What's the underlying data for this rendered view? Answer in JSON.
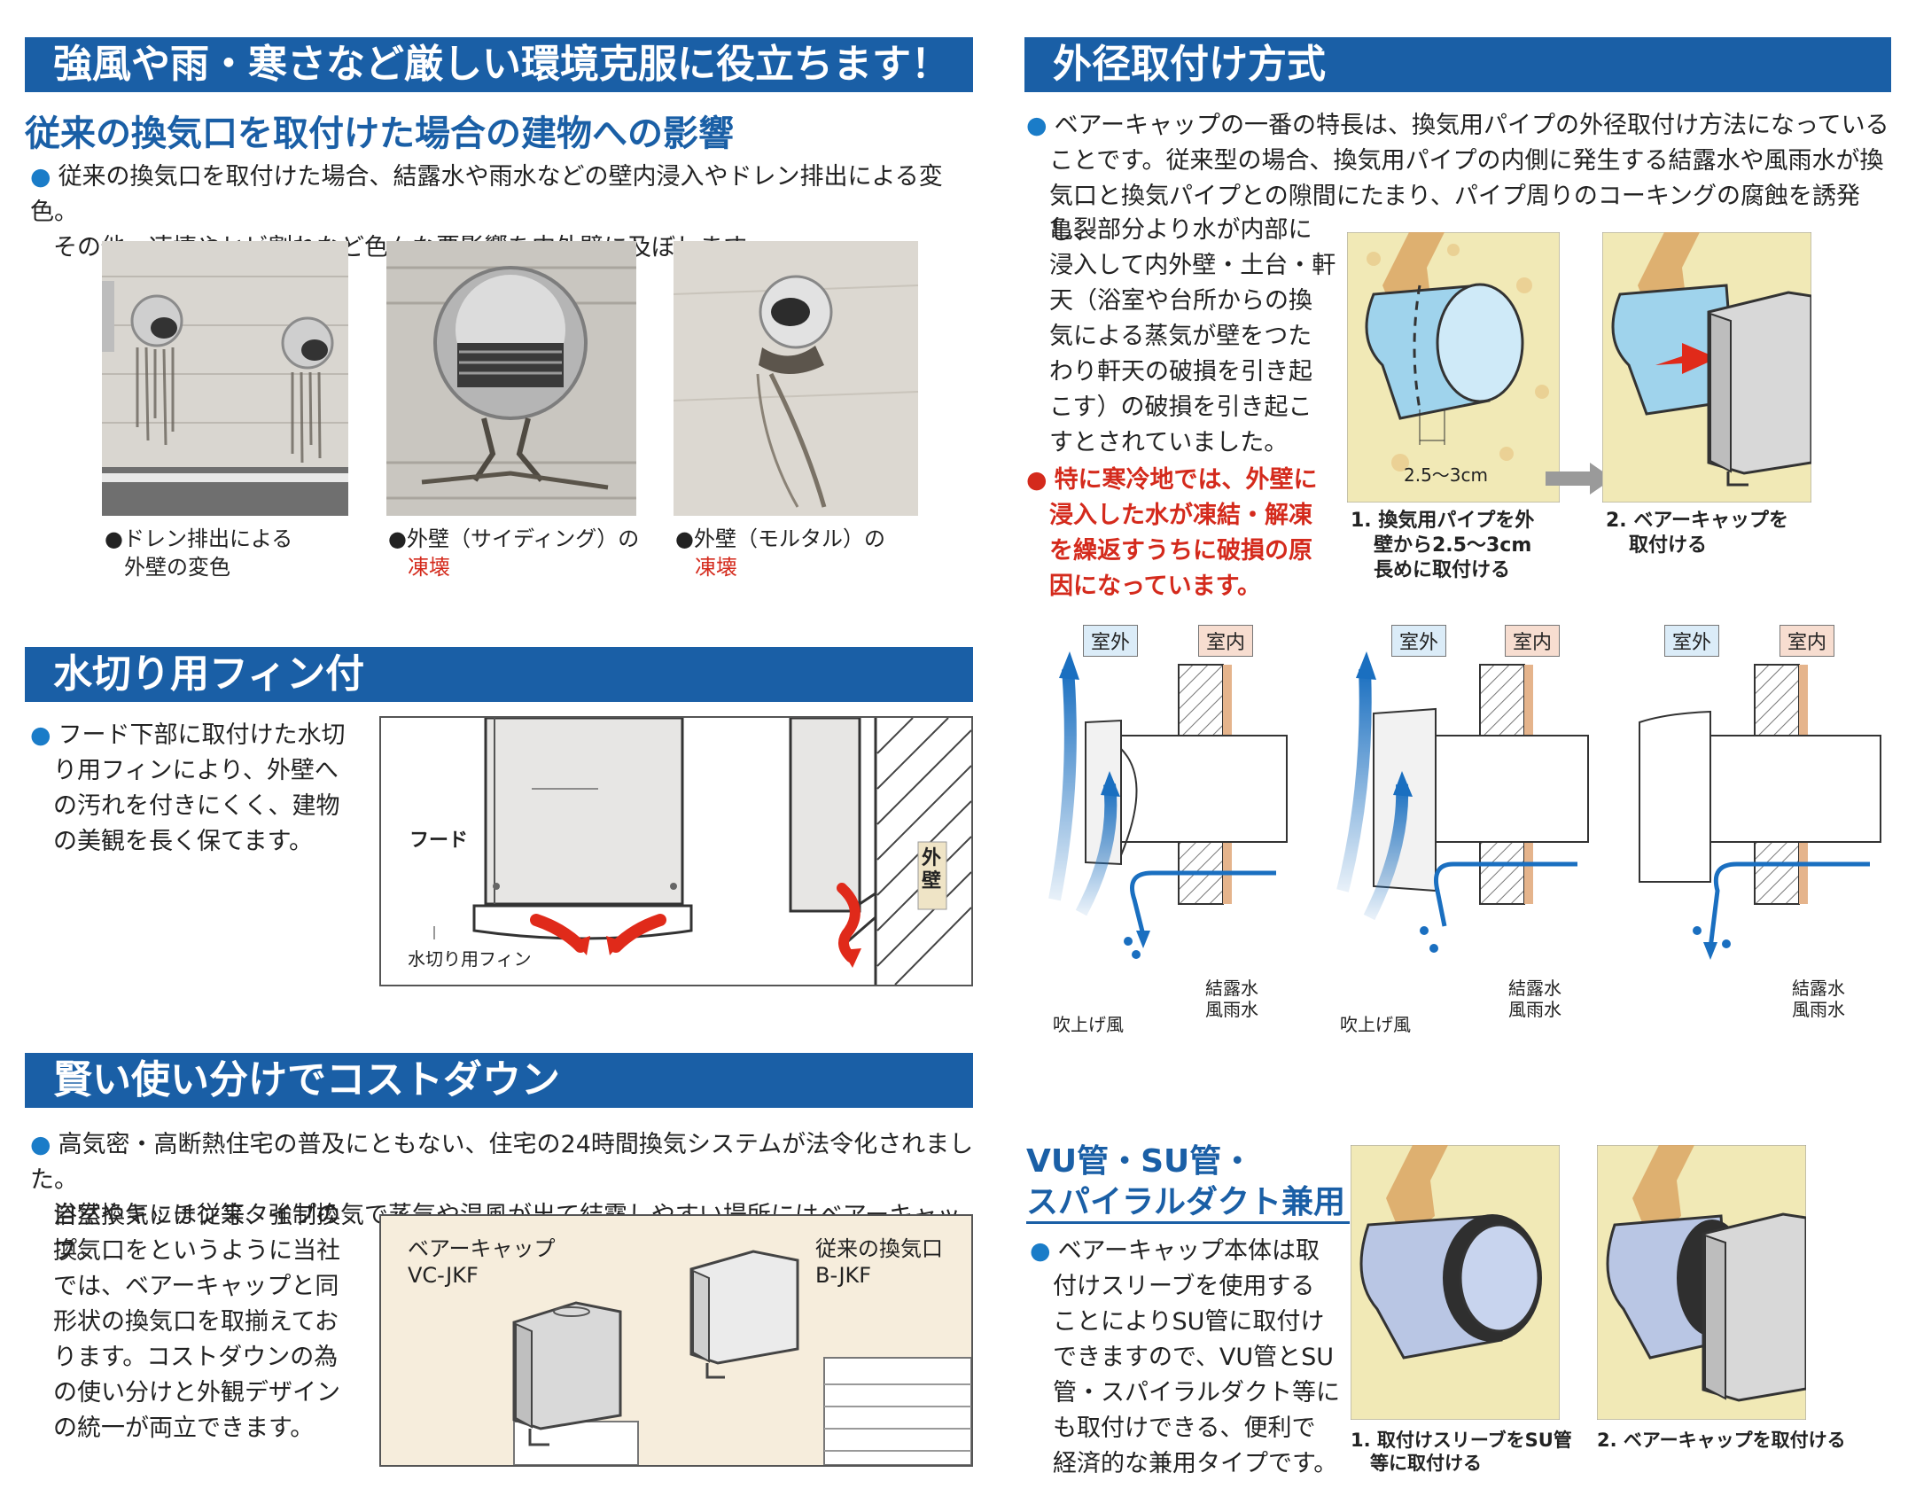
{
  "left": {
    "section1": {
      "banner": "強風や雨・寒さなど厳しい環境克服に役立ちます！",
      "subtitle": "従来の換気口を取付けた場合の建物への影響",
      "text": [
        "従来の換気口を取付けた場合、結露水や雨水などの壁内浸入やドレン排出による変色。",
        "その他、凍壊やヒビ割れなど色々な悪影響を内外壁に及ぼします。"
      ],
      "photos": [
        {
          "line1": "●ドレン排出による",
          "line2": "外壁の変色",
          "line2_red": false
        },
        {
          "line1": "●外壁（サイディング）の",
          "line2": "凍壊",
          "line2_red": true
        },
        {
          "line1": "●外壁（モルタル）の",
          "line2": "凍壊",
          "line2_red": true
        }
      ]
    },
    "section2": {
      "banner": "水切り用フィン付",
      "text": [
        "フード下部に取付けた水切",
        "り用フィンにより、外壁へ",
        "の汚れを付きにくく、建物",
        "の美観を長く保てます。"
      ],
      "label_hood": "フード",
      "label_fin": "水切り用フィン",
      "label_wall": "外壁"
    },
    "section3": {
      "banner": "賢い使い分けでコストダウン",
      "text_full": [
        "高気密・高断熱住宅の普及にともない、住宅の24時間換気システムが法令化されました。",
        "浴室やキッチン等、強制換気で蒸気や温風が出て結露しやすい場所にはベアーキャップ。"
      ],
      "text_narrow": [
        "自然換気には従来タイプの",
        "換気口をというように当社",
        "では、ベアーキャップと同",
        "形状の換気口を取揃えてお",
        "ります。コストダウンの為",
        "の使い分けと外観デザイン",
        "の統一が両立できます。"
      ],
      "product1": {
        "name": "ベアーキャップ",
        "model": "VC-JKF"
      },
      "product2": {
        "name": "従来の換気口",
        "model": "B-JKF"
      }
    }
  },
  "right": {
    "section1": {
      "banner": "外径取付け方式",
      "text_full": [
        "ベアーキャップの一番の特長は、換気用パイプの外径取付け方法になっている",
        "ことです。従来型の場合、換気用パイプの内側に発生する結露水や風雨水が換",
        "気口と換気パイプとの隙間にたまり、パイプ周りのコーキングの腐蝕を誘発し、"
      ],
      "text_narrow": [
        "亀裂部分より水が内部に",
        "浸入して内外壁・土台・軒",
        "天（浴室や台所からの換",
        "気による蒸気が壁をつた",
        "わり軒天の破損を引き起",
        "こす）の破損を引き起こ",
        "すとされていました。"
      ],
      "red_text": [
        "特に寒冷地では、外壁に",
        "浸入した水が凍結・解凍",
        "を繰返すうちに破損の原",
        "因になっています。"
      ],
      "dim_label": "2.5～3cm",
      "step1": [
        "1. 換気用パイプを外",
        "壁から2.5～3cm",
        "長めに取付ける"
      ],
      "step2": [
        "2. ベアーキャップを",
        "取付ける"
      ]
    },
    "diagrams": {
      "outside": "室外",
      "inside": "室内",
      "wind": "吹上げ風",
      "water1": "結露水",
      "water2": "風雨水"
    },
    "section2": {
      "title_line1": "VU管・SU管・",
      "title_line2": "スパイラルダクト兼用",
      "text": [
        "ベアーキャップ本体は取",
        "付けスリーブを使用する",
        "ことによりSU管に取付け",
        "できますので、VU管とSU",
        "管・スパイラルダクト等に",
        "も取付けできる、便利で",
        "経済的な兼用タイプです。"
      ],
      "step1": [
        "1. 取付けスリーブをSU管",
        "等に取付ける"
      ],
      "step2": [
        "2. ベアーキャップを取付ける"
      ]
    }
  },
  "colors": {
    "banner": "#1a5fa6",
    "accent_text": "#1a5fa6",
    "red": "#d42a1c",
    "bullet": "#1a7cc8"
  }
}
